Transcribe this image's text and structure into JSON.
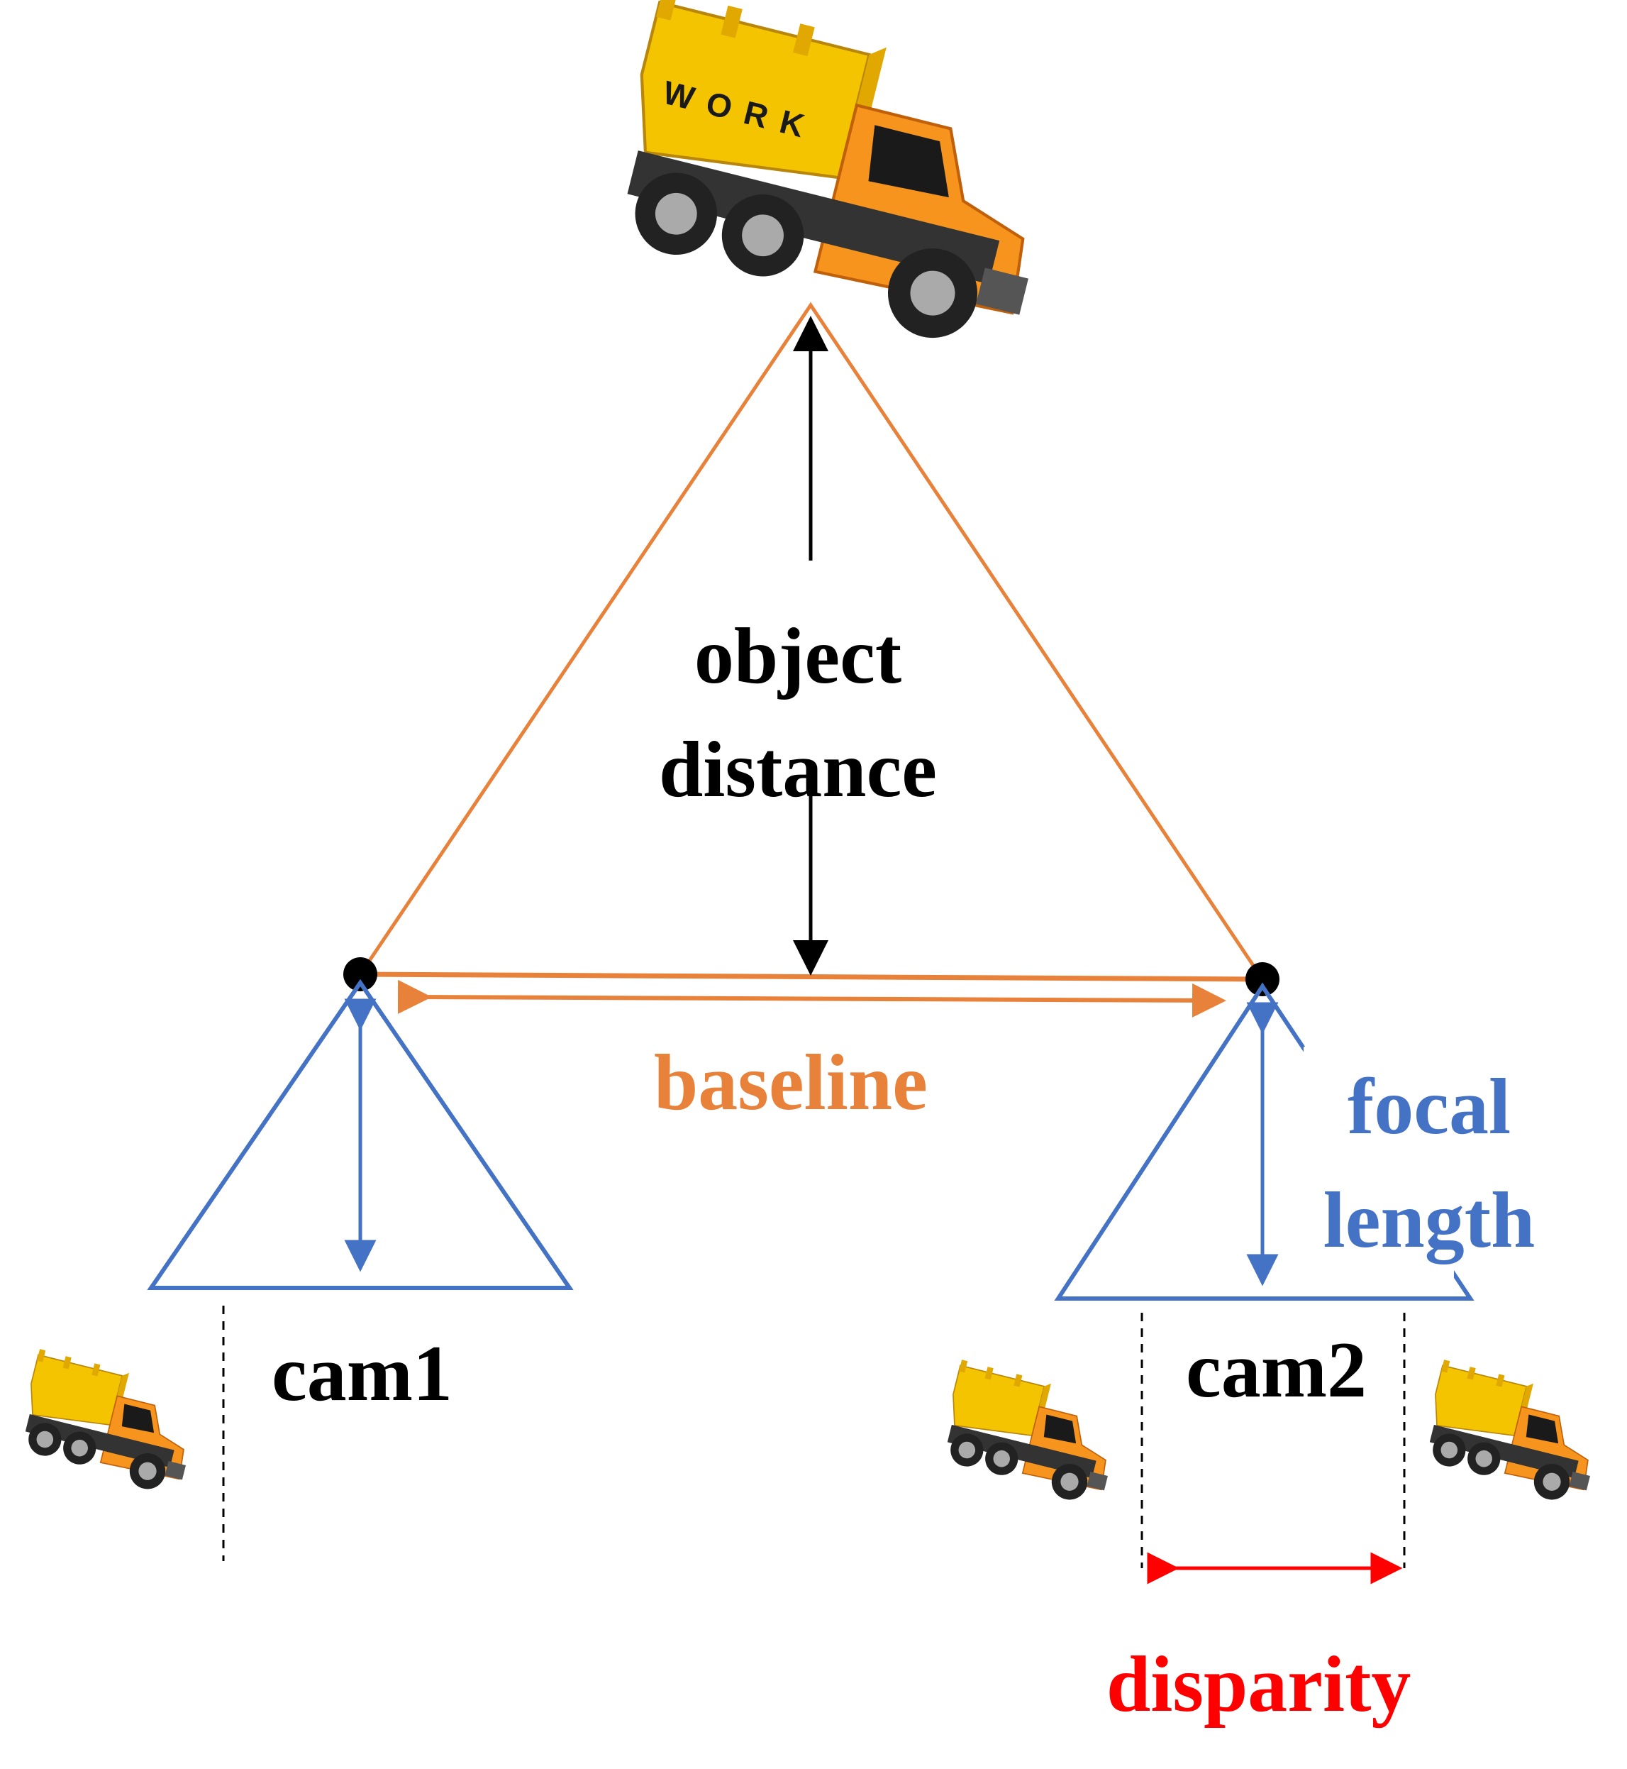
{
  "labels": {
    "object_distance_line1": "object",
    "object_distance_line2": "distance",
    "baseline": "baseline",
    "focal_length_line1": "focal",
    "focal_length_line2": "length",
    "cam1": "cam1",
    "cam2": "cam2",
    "disparity": "disparity"
  },
  "truck": {
    "side_lettering": "WORK"
  },
  "colors": {
    "baseline_triangle": "#E8823A",
    "camera": "#4472C4",
    "distance_arrow": "#000000",
    "disparity": "#FF0000",
    "truck_body": "#F7941D",
    "truck_bed": "#F5C400"
  }
}
